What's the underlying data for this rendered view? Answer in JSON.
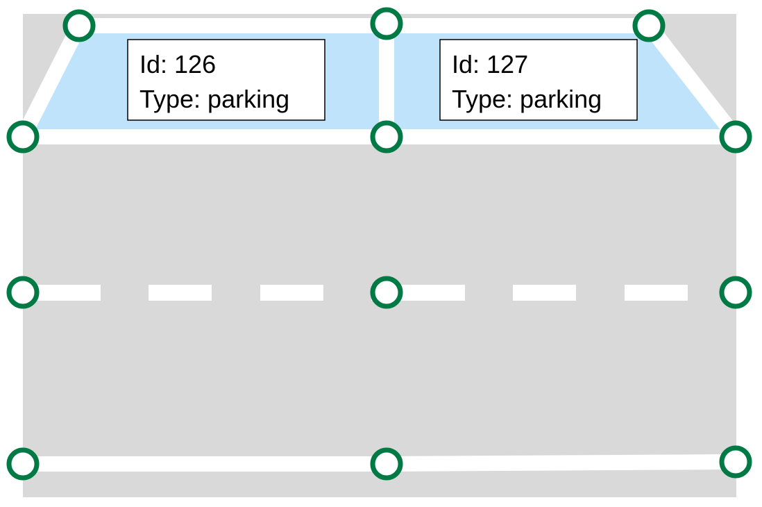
{
  "colors": {
    "road_surface": "#d9d9d9",
    "lane_marking": "#ffffff",
    "parking_fill": "#bfe3fb",
    "node_stroke": "#007a45",
    "node_fill": "#ffffff",
    "label_border": "#000000"
  },
  "parking_lots": [
    {
      "id_text": "Id: 126",
      "type_text": "Type: parking"
    },
    {
      "id_text": "Id: 127",
      "type_text": "Type: parking"
    }
  ]
}
